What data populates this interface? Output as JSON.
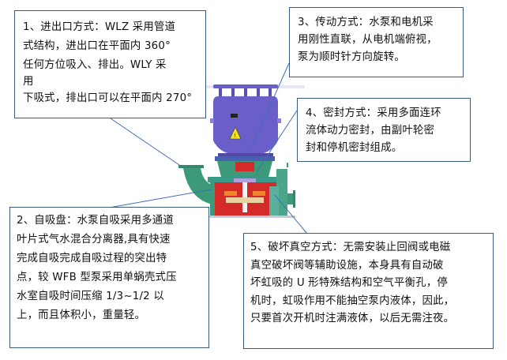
{
  "diagram": {
    "subject": "self-priming pump cross-section",
    "colors": {
      "motor": "#6a5ec8",
      "pump_body": "#d42a2a",
      "pipe_green": "#3c9a7a",
      "connector_line": "#3d6fb5",
      "box_border": "#3a5a86"
    },
    "callouts": [
      {
        "id": "1",
        "lines": [
          "1、进出口方式：WLZ 采用管道",
          "式结构，进出口在平面内 360°",
          "任何方位吸入、排出。WLY 采",
          "用",
          "下吸式，排出口可以在平面内 270°"
        ]
      },
      {
        "id": "2",
        "lines": [
          "2、自吸盘：水泵自吸采用多通道",
          "叶片式气水混合分离器,具有快速",
          "完成自吸完成自吸过程的突出特",
          "点，较 WFB 型泵采用单蜗壳式压",
          "水室自吸时间压缩 1/3~1/2 以",
          "上，而且体积小，重量轻。"
        ]
      },
      {
        "id": "3",
        "lines": [
          "3、传动方式：水泵和电机采",
          "用刚性直联，从电机端俯视，",
          "泵为顺时针方向旋转。"
        ]
      },
      {
        "id": "4",
        "lines": [
          "4、密封方式：采用多面连环",
          "流体动力密封，由副叶轮密",
          "封和停机密封组成。"
        ]
      },
      {
        "id": "5",
        "lines": [
          "5、破坏真空方式：无需安装止回阀或电磁",
          "真空破坏阀等辅助设施，本身具有自动破",
          "坏虹吸的 U 形特殊结构和空气平衡孔，停",
          "机时，虹吸作用不能抽空泵内液体，因此，",
          "只要首次开机时注满液体，以后无需注夜。"
        ]
      }
    ]
  }
}
